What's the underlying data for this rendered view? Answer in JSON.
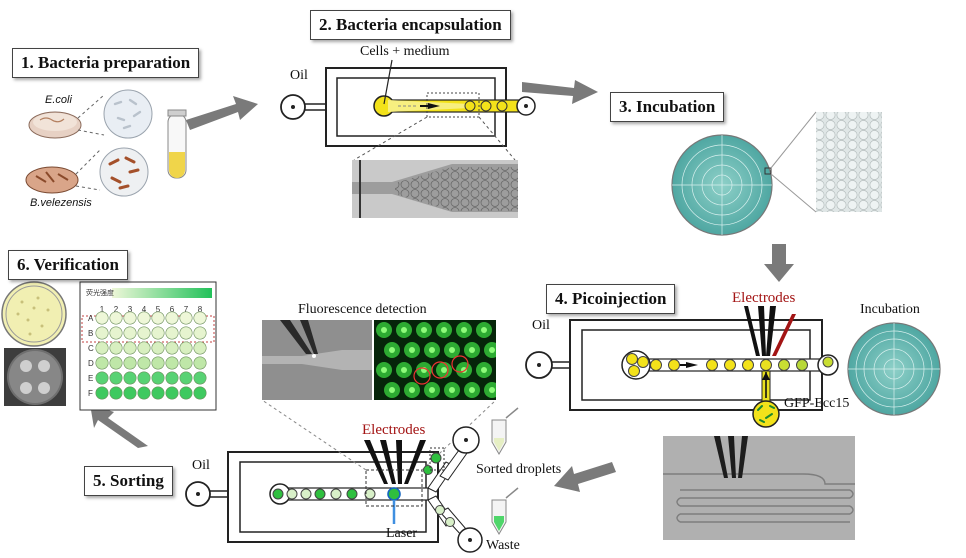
{
  "steps": {
    "s1": "1. Bacteria preparation",
    "s2": "2. Bacteria encapsulation",
    "s3": "3. Incubation",
    "s4": "4. Picoinjection",
    "s5": "5. Sorting",
    "s6": "6. Verification"
  },
  "labels": {
    "ecoli": "E.coli",
    "bvelezensis": "B.velezensis",
    "cells_medium": "Cells + medium",
    "oil": "Oil",
    "electrodes": "Electrodes",
    "incubation": "Incubation",
    "gfp": "GFP-Ecc15",
    "fluorescence_detection": "Fluorescence detection",
    "sorted_droplets": "Sorted droplets",
    "waste": "Waste",
    "laser": "Laser"
  },
  "plate": {
    "legend": "荧光强度",
    "columns": [
      "1",
      "2",
      "3",
      "4",
      "5",
      "6",
      "7",
      "8"
    ],
    "rows": [
      "A",
      "B",
      "C",
      "D",
      "E",
      "F"
    ]
  },
  "colors": {
    "droplet_yellow": "#f3e21a",
    "droplet_green": "#2fbf3f",
    "arrow_gray": "#7a7a7a",
    "teal": "#5fb6b0",
    "red_label": "#a31414"
  }
}
